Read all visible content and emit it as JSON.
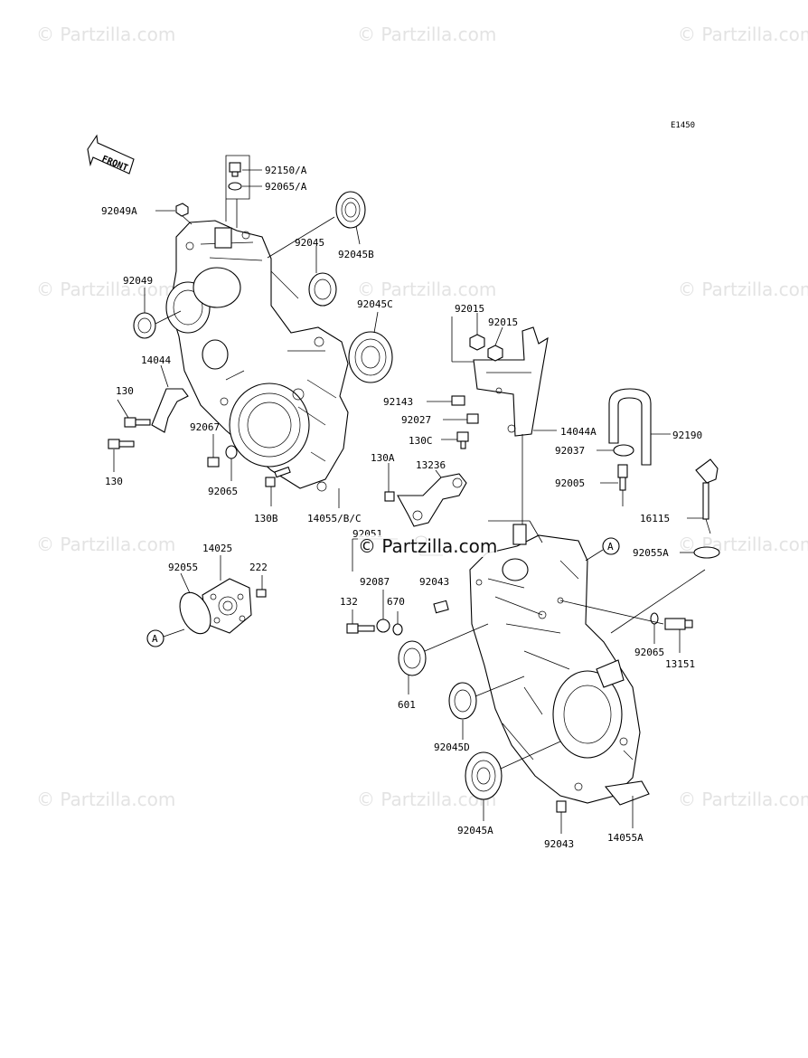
{
  "watermark": "© Partzilla.com",
  "center_watermark": "© Partzilla.com",
  "diagram_code": "E1450",
  "front_label": "FRONT",
  "labels": {
    "l92150A": "92150/A",
    "l92065A": "92065/A",
    "l92049A": "92049A",
    "l92045": "92045",
    "l92045B": "92045B",
    "l92049": "92049",
    "l92045C": "92045C",
    "l14044": "14044",
    "l130a": "130",
    "l130b": "130",
    "l92067": "92067",
    "l92065": "92065",
    "l130B": "130B",
    "l14055BC": "14055/B/C",
    "l92015a": "92015",
    "l92015b": "92015",
    "l92143": "92143",
    "l92027": "92027",
    "l130C": "130C",
    "l14044A": "14044A",
    "l92190": "92190",
    "l92037": "92037",
    "l130A": "130A",
    "l13236": "13236",
    "l92005": "92005",
    "l16115": "16115",
    "l92051": "92051",
    "l92055A": "92055A",
    "l14025": "14025",
    "l92055": "92055",
    "l222": "222",
    "l92087": "92087",
    "l92043a": "92043",
    "l132": "132",
    "l670": "670",
    "l92065b": "92065",
    "l13151": "13151",
    "l601": "601",
    "l92045D": "92045D",
    "l92045A": "92045A",
    "l92043b": "92043",
    "l14055A": "14055A",
    "refA1": "A",
    "refA2": "A"
  }
}
